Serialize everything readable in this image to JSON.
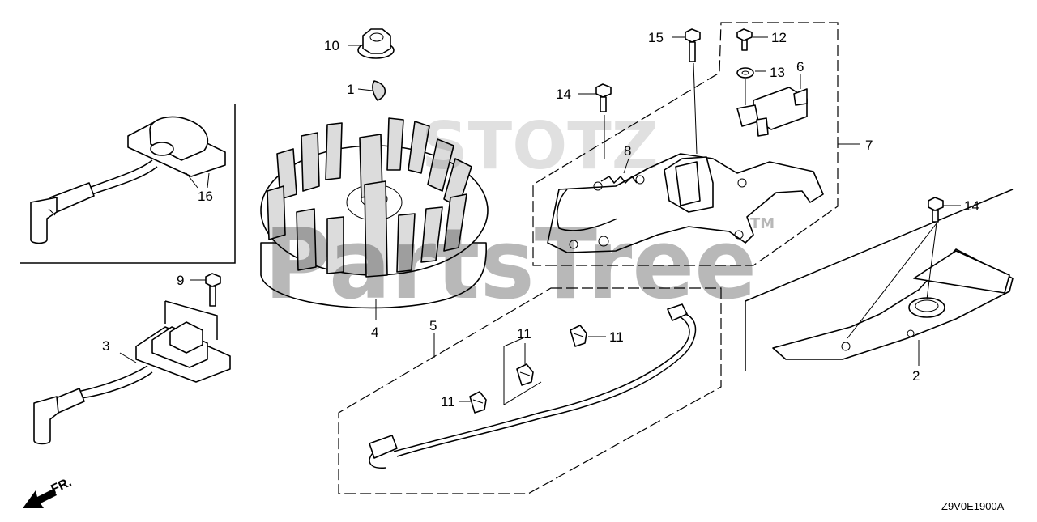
{
  "diagram": {
    "callouts": {
      "c1": "1",
      "c2": "2",
      "c3": "3",
      "c4": "4",
      "c5": "5",
      "c6": "6",
      "c7": "7",
      "c8": "8",
      "c9": "9",
      "c10": "10",
      "c11a": "11",
      "c11b": "11",
      "c11c": "11",
      "c12": "12",
      "c13": "13",
      "c14a": "14",
      "c14b": "14",
      "c15": "15",
      "c16": "16"
    },
    "direction_label": "FR.",
    "diagram_code": "Z9V0E1900A",
    "watermark": {
      "main": "PartsTree",
      "secondary": "STOTZ",
      "trademark": "TM"
    }
  }
}
